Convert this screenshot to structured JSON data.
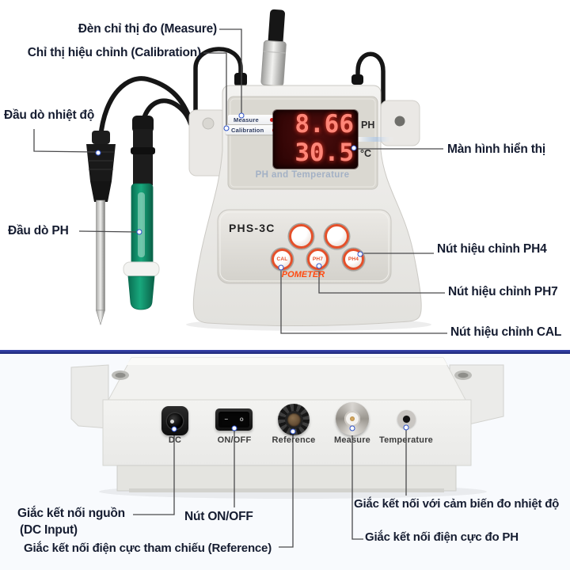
{
  "annotations": {
    "measure_light": "Đèn chỉ thị đo (Measure)",
    "calibration_light": "Chỉ thị hiệu chỉnh (Calibration)",
    "temperature_probe": "Đầu dò nhiệt độ",
    "ph_probe": "Đầu dò PH",
    "display_screen": "Màn hình hiển thị",
    "ph4_button": "Nút hiệu chỉnh PH4",
    "ph7_button": "Nút hiệu chỉnh PH7",
    "cal_button": "Nút hiệu chỉnh CAL",
    "dc_input_line1": "Giắc kết nối nguồn",
    "dc_input_line2": "(DC Input)",
    "power_button": "Nút ON/OFF",
    "reference_jack": "Giắc kết nối điện cực tham chiếu (Reference)",
    "temperature_jack": "Giắc kết nối với cảm biến đo nhiệt độ",
    "ph_electrode_jack": "Giắc kết nối điện cực đo PH"
  },
  "meter_front": {
    "model": "PHS-3C",
    "brand": "POMETER",
    "indicators": {
      "measure": "Measure",
      "calibration": "Calibration"
    },
    "display": {
      "ph_value": "8.66",
      "ph_unit": "PH",
      "temperature_value": "30.5",
      "temperature_unit": "°C",
      "caption": "PH and Temperature"
    },
    "buttons": {
      "cal": "CAL",
      "ph7": "PH7",
      "ph4": "PH4"
    }
  },
  "meter_rear": {
    "port_labels": [
      "DC",
      "ON/OFF",
      "Reference",
      "Measure",
      "Temperature"
    ],
    "switch_marks": {
      "off_mark": "−",
      "on_mark": "o"
    }
  },
  "colors": {
    "divider_blue": "#27328f",
    "callout_blue": "#2b50c8",
    "accent_orange": "#e8512a",
    "led_digit": "#ff8678",
    "led_background": "#3a0808",
    "indicator_red": "#cc1b1b"
  }
}
